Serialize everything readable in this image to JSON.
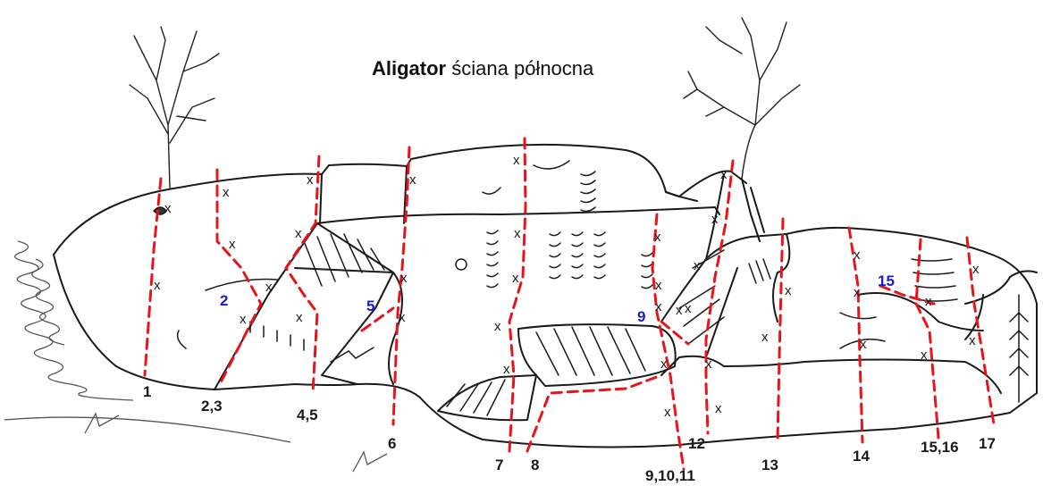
{
  "title": {
    "bold": "Aligator",
    "rest": "ściana północna"
  },
  "bottom_labels": [
    "1",
    "2,3",
    "4,5",
    "6",
    "7",
    "8",
    "9,10,11",
    "12",
    "13",
    "14",
    "15,16",
    "17"
  ],
  "blue_labels": [
    "2",
    "5",
    "9",
    "15"
  ],
  "bolt_mark": "x",
  "colors": {
    "route": "#e8141b",
    "blue_label": "#1a1acc",
    "ink": "#1a1a1a"
  }
}
